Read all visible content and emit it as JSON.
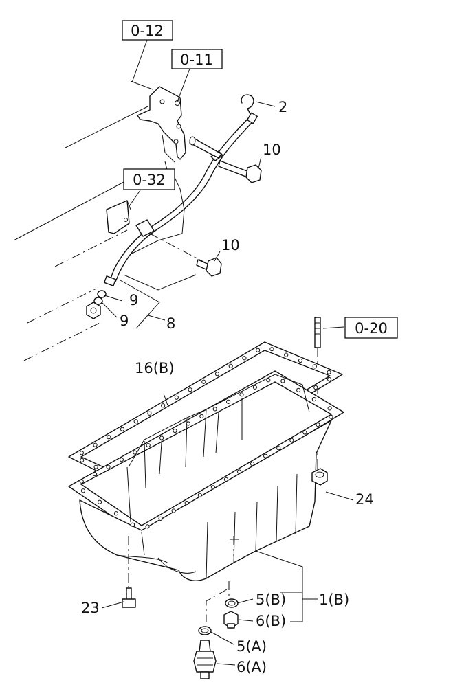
{
  "references": {
    "ref_0_12": "0-12",
    "ref_0_11": "0-11",
    "ref_0_32": "0-32",
    "ref_0_20": "0-20"
  },
  "callouts": {
    "p2": "2",
    "p10_upper": "10",
    "p10_lower": "10",
    "p9_upper": "9",
    "p9_lower": "9",
    "p8": "8",
    "p16b": "16(B)",
    "p24": "24",
    "p23": "23",
    "p1b": "1(B)",
    "p5b": "5(B)",
    "p6b": "6(B)",
    "p5a": "5(A)",
    "p6a": "6(A)"
  }
}
